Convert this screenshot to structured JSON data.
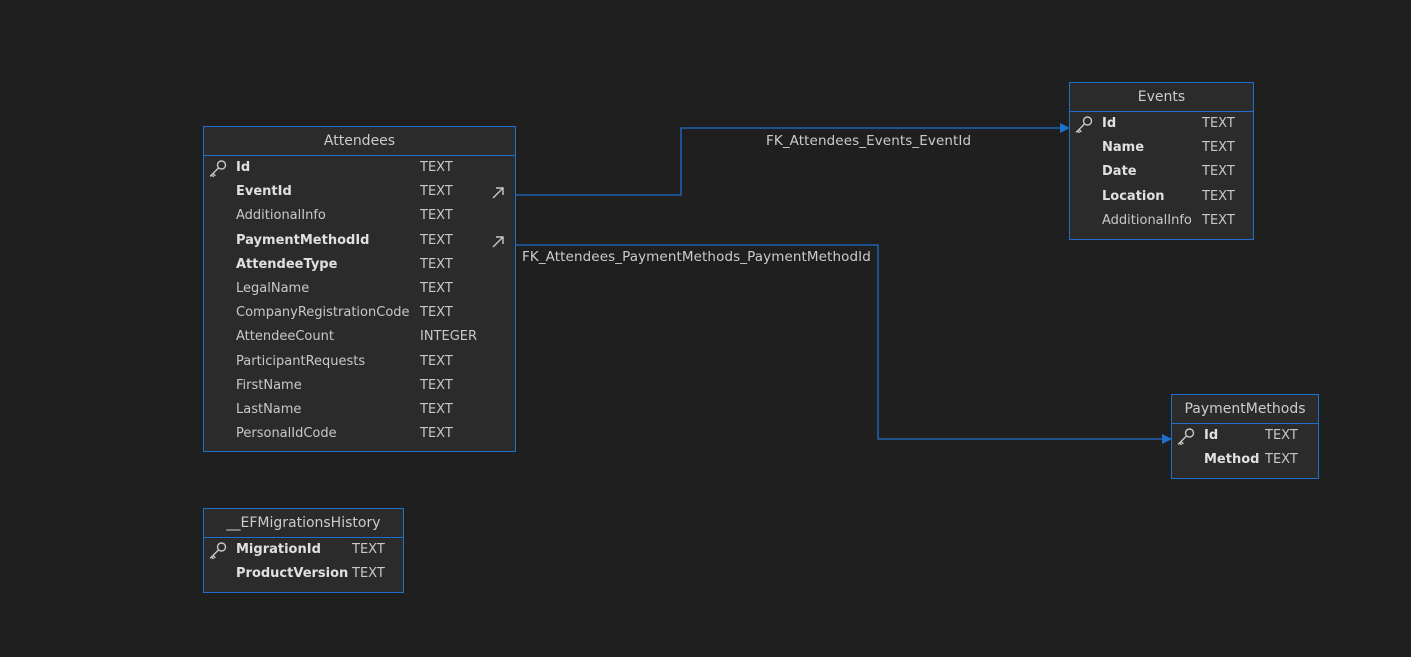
{
  "relations": [
    {
      "id": "fk-events",
      "label": "FK_Attendees_Events_EventId"
    },
    {
      "id": "fk-paymentmethods",
      "label": "FK_Attendees_PaymentMethods_PaymentMethodId"
    }
  ],
  "tables": [
    {
      "id": "attendees",
      "name": "Attendees",
      "columns": [
        {
          "name": "Id",
          "type": "TEXT",
          "bold": true,
          "pk": true,
          "fk": false
        },
        {
          "name": "EventId",
          "type": "TEXT",
          "bold": true,
          "pk": false,
          "fk": true
        },
        {
          "name": "AdditionalInfo",
          "type": "TEXT",
          "bold": false,
          "pk": false,
          "fk": false
        },
        {
          "name": "PaymentMethodId",
          "type": "TEXT",
          "bold": true,
          "pk": false,
          "fk": true
        },
        {
          "name": "AttendeeType",
          "type": "TEXT",
          "bold": true,
          "pk": false,
          "fk": false
        },
        {
          "name": "LegalName",
          "type": "TEXT",
          "bold": false,
          "pk": false,
          "fk": false
        },
        {
          "name": "CompanyRegistrationCode",
          "type": "TEXT",
          "bold": false,
          "pk": false,
          "fk": false
        },
        {
          "name": "AttendeeCount",
          "type": "INTEGER",
          "bold": false,
          "pk": false,
          "fk": false
        },
        {
          "name": "ParticipantRequests",
          "type": "TEXT",
          "bold": false,
          "pk": false,
          "fk": false
        },
        {
          "name": "FirstName",
          "type": "TEXT",
          "bold": false,
          "pk": false,
          "fk": false
        },
        {
          "name": "LastName",
          "type": "TEXT",
          "bold": false,
          "pk": false,
          "fk": false
        },
        {
          "name": "PersonalIdCode",
          "type": "TEXT",
          "bold": false,
          "pk": false,
          "fk": false
        }
      ]
    },
    {
      "id": "events",
      "name": "Events",
      "columns": [
        {
          "name": "Id",
          "type": "TEXT",
          "bold": true,
          "pk": true,
          "fk": false
        },
        {
          "name": "Name",
          "type": "TEXT",
          "bold": true,
          "pk": false,
          "fk": false
        },
        {
          "name": "Date",
          "type": "TEXT",
          "bold": true,
          "pk": false,
          "fk": false
        },
        {
          "name": "Location",
          "type": "TEXT",
          "bold": true,
          "pk": false,
          "fk": false
        },
        {
          "name": "AdditionalInfo",
          "type": "TEXT",
          "bold": false,
          "pk": false,
          "fk": false
        }
      ]
    },
    {
      "id": "paymentmethods",
      "name": "PaymentMethods",
      "columns": [
        {
          "name": "Id",
          "type": "TEXT",
          "bold": true,
          "pk": true,
          "fk": false
        },
        {
          "name": "Method",
          "type": "TEXT",
          "bold": true,
          "pk": false,
          "fk": false
        }
      ]
    },
    {
      "id": "efmigrationshistory",
      "name": "__EFMigrationsHistory",
      "columns": [
        {
          "name": "MigrationId",
          "type": "TEXT",
          "bold": true,
          "pk": true,
          "fk": false
        },
        {
          "name": "ProductVersion",
          "type": "TEXT",
          "bold": true,
          "pk": false,
          "fk": false
        }
      ]
    }
  ],
  "icons": {
    "primary_key": "key-icon",
    "foreign_key": "arrow-up-right-icon"
  },
  "colors": {
    "background": "#1f1f1f",
    "table_bg": "#2b2b2b",
    "accent": "#1f6fcc",
    "text": "#cccccc"
  }
}
